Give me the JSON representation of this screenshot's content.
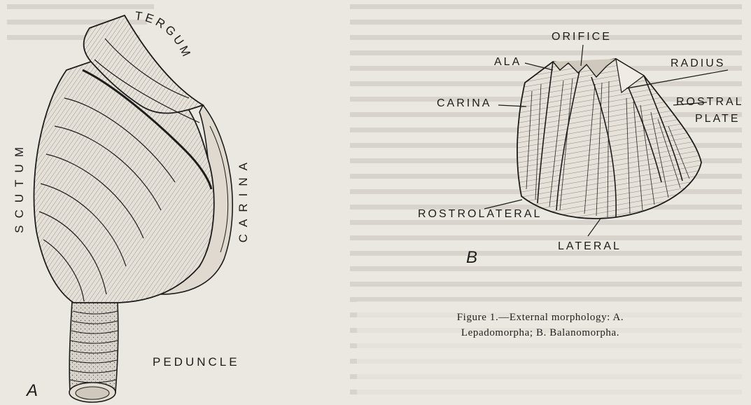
{
  "figure_a": {
    "panel_letter": "A",
    "labels": {
      "tergum": "TERGUM",
      "scutum": "SCUTUM",
      "carina": "CARINA",
      "peduncle": "PEDUNCLE"
    }
  },
  "figure_b": {
    "panel_letter": "B",
    "labels": {
      "orifice": "ORIFICE",
      "ala": "ALA",
      "radius": "RADIUS",
      "carina": "CARINA",
      "rostral_line1": "ROSTRAL",
      "rostral_line2": "PLATE",
      "rostrolateral": "ROSTROLATERAL",
      "lateral": "LATERAL"
    }
  },
  "caption": {
    "line1": "Figure 1.—External morphology: A.",
    "line2": "Lepadomorpha; B. Balanomorpha."
  },
  "colors": {
    "paper": "#ebe8e2",
    "ink": "#1d1c1a",
    "faint_text": "#d6d2cb"
  }
}
